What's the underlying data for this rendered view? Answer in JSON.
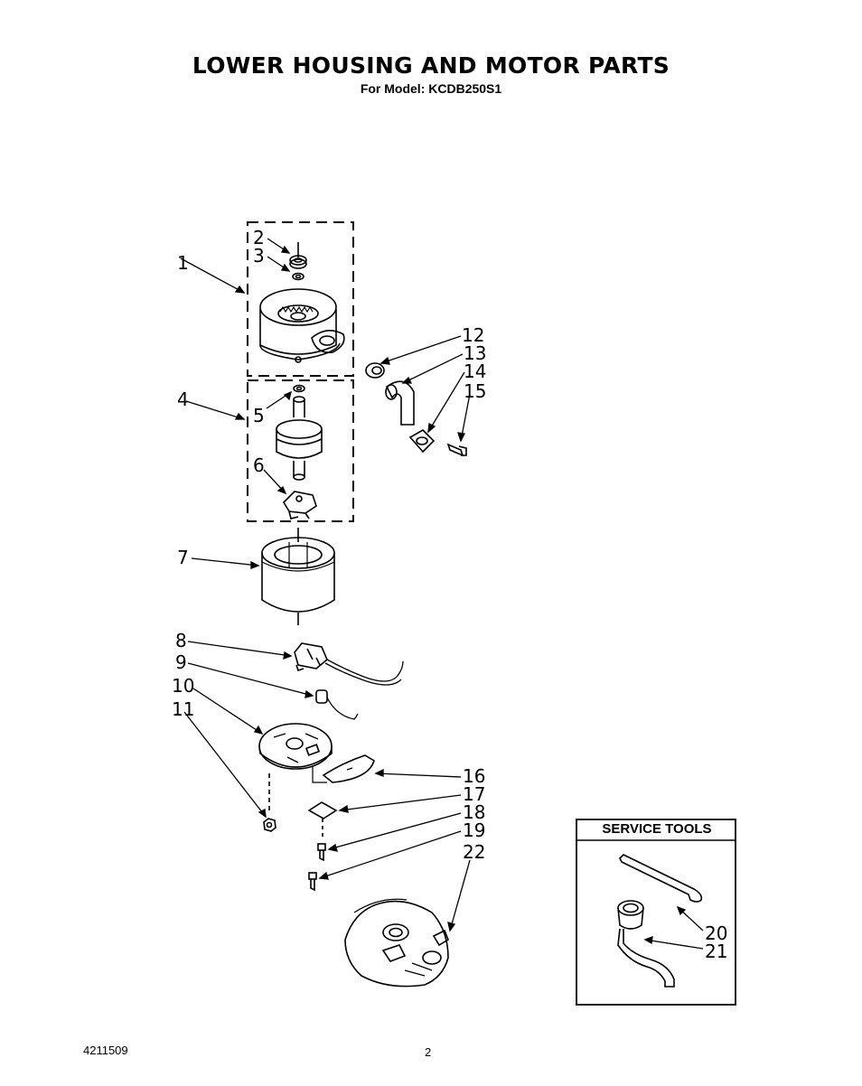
{
  "header": {
    "title": "LOWER HOUSING AND MOTOR PARTS",
    "subtitle": "For Model: KCDB250S1"
  },
  "callouts": {
    "c1": "1",
    "c2": "2",
    "c3": "3",
    "c4": "4",
    "c5": "5",
    "c6": "6",
    "c7": "7",
    "c8": "8",
    "c9": "9",
    "c10": "10",
    "c11": "11",
    "c12": "12",
    "c13": "13",
    "c14": "14",
    "c15": "15",
    "c16": "16",
    "c17": "17",
    "c18": "18",
    "c19": "19",
    "c20": "20",
    "c21": "21",
    "c22": "22"
  },
  "service_tools": {
    "title": "SERVICE TOOLS"
  },
  "footer": {
    "doc_number": "4211509",
    "page_number": "2"
  }
}
